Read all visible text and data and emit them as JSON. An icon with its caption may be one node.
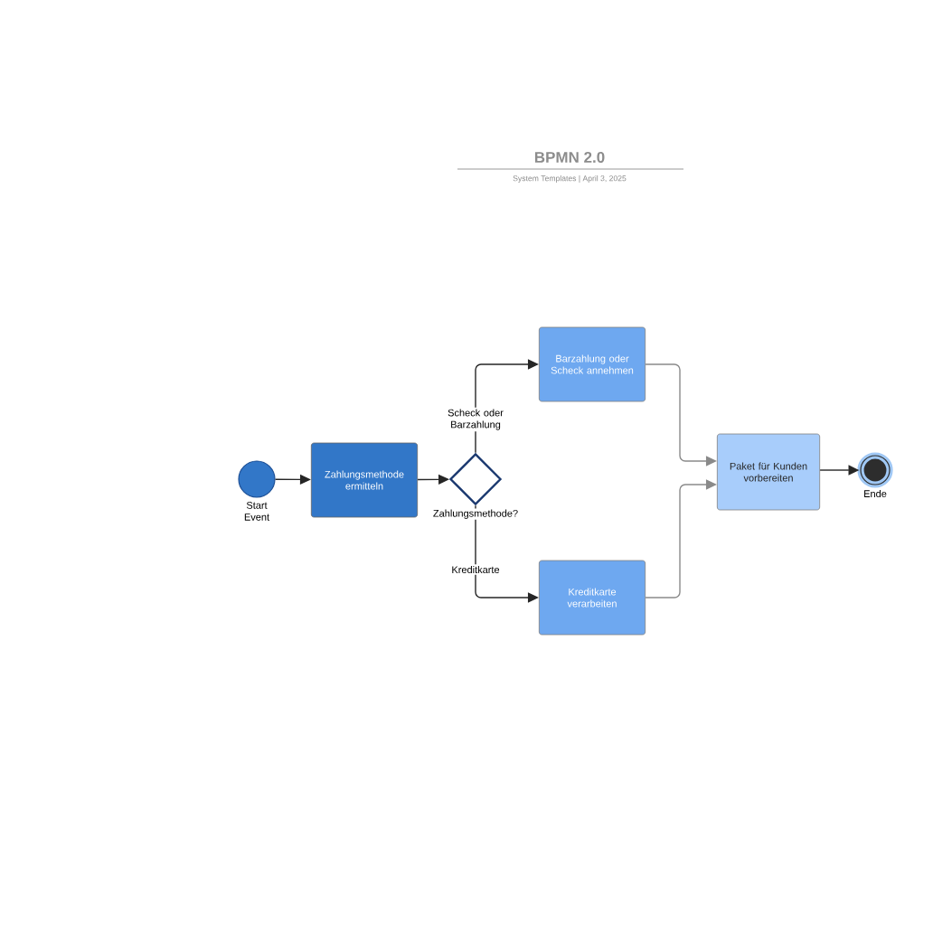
{
  "diagram": {
    "title": "BPMN 2.0",
    "caption": "System Templates | April 3, 2025",
    "nodes": [
      {
        "text": [
          "Start Event"
        ]
      },
      {
        "text": [
          "Zahlungsmethode ermitteln"
        ]
      },
      {
        "text": [
          "Zahlungsmethode?"
        ]
      },
      {
        "text": [
          "Barzahlung oder Scheck annehmen"
        ]
      },
      {
        "text": [
          "Kreditkarte verarbeiten"
        ]
      },
      {
        "text": [
          "Paket für Kunden vorbereiten"
        ]
      },
      {
        "text": [
          "Ende"
        ]
      }
    ],
    "edges": [
      {
        "from": 0,
        "to": 1,
        "arrow": "to"
      },
      {
        "from": 1,
        "to": 2,
        "arrow": "to"
      },
      {
        "from": 2,
        "to": 3,
        "arrow": "to",
        "label": "Scheck oder Barzahlung"
      },
      {
        "from": 2,
        "to": 4,
        "arrow": "to",
        "label": "Kreditkarte"
      },
      {
        "from": 3,
        "to": 5,
        "arrow": "to",
        "color": "#8a8a8a"
      },
      {
        "from": 4,
        "to": 5,
        "arrow": "to",
        "color": "#8a8a8a"
      },
      {
        "from": 5,
        "to": 6,
        "arrow": "to"
      }
    ]
  }
}
